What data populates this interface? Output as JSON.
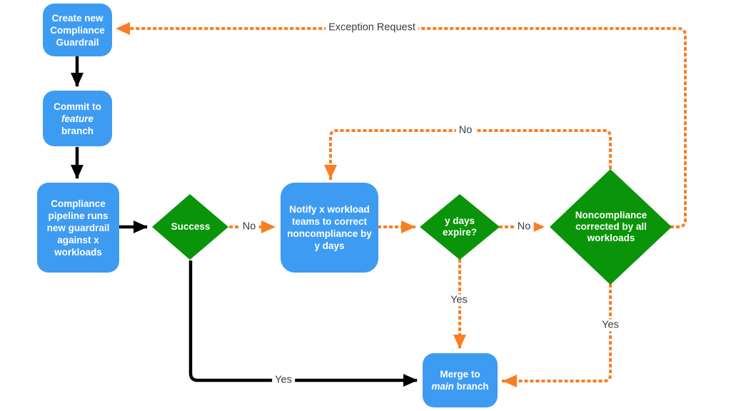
{
  "colors": {
    "process_fill": "#3E9BF2",
    "decision_fill": "#0A940A",
    "dotted_flow": "#F97E23",
    "solid_flow": "#000000",
    "node_text": "#FFFFFF",
    "edge_label_text": "#3D3D3D",
    "background": "#FFFFFF"
  },
  "nodes": {
    "create_guardrail": {
      "label": "Create new Compliance Guardrail"
    },
    "commit_feature": {
      "line1": "Commit to",
      "italic": "feature",
      "line3": "branch"
    },
    "pipeline": {
      "label": "Compliance pipeline runs new guardrail against x workloads"
    },
    "success": {
      "label": "Success"
    },
    "notify": {
      "label": "Notify x workload teams to correct noncompliance by y days"
    },
    "y_days_expire": {
      "line1": "y days",
      "line2": "expire?"
    },
    "noncompliance_corrected": {
      "label": "Noncompliance corrected by all workloads"
    },
    "merge_main": {
      "line1": "Merge to",
      "italic": "main",
      "rest": " branch"
    }
  },
  "edge_labels": {
    "exception_request": "Exception Request",
    "success_to_notify": "No",
    "ydays_to_noncompliance": "No",
    "noncompliance_to_notify": "No",
    "ydays_to_merge": "Yes",
    "noncompliance_to_merge": "Yes",
    "success_to_merge": "Yes"
  }
}
